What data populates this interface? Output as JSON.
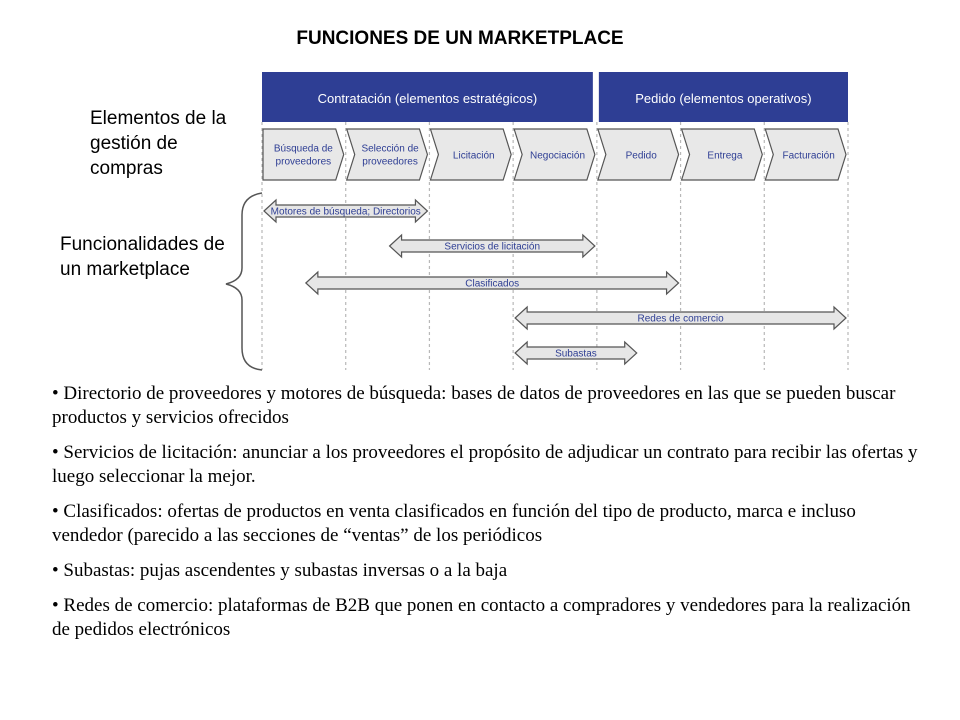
{
  "title": "FUNCIONES DE UN MARKETPLACE",
  "labels": {
    "elements": "Elementos de la gestión de compras",
    "features": "Funcionalidades de un marketplace"
  },
  "diagram": {
    "colors": {
      "header": "#2e3e94",
      "header_text": "#ffffff",
      "stage_fill": "#e8e8e8",
      "stage_text": "#2e3e94",
      "arrow_fill": "#e6e6e6",
      "stroke": "#555555"
    },
    "headers": [
      "Contratación (elementos estratégicos)",
      "Pedido (elementos operativos)"
    ],
    "stages": [
      [
        "Búsqueda de",
        "proveedores"
      ],
      [
        "Selección de",
        "proveedores"
      ],
      [
        "Licitación"
      ],
      [
        "Negociación"
      ],
      [
        "Pedido"
      ],
      [
        "Entrega"
      ],
      [
        "Facturación"
      ]
    ],
    "functions": [
      {
        "label": "Motores de búsqueda; Directorios",
        "from_stage": 1,
        "to_stage": 2
      },
      {
        "label": "Servicios de licitación",
        "from_stage": 2.5,
        "to_stage": 4
      },
      {
        "label": "Clasificados",
        "from_stage": 1.5,
        "to_stage": 5
      },
      {
        "label": "Redes de comercio",
        "from_stage": 4,
        "to_stage": 7
      },
      {
        "label": "Subastas",
        "from_stage": 4,
        "to_stage": 4.5
      }
    ]
  },
  "bullets": [
    "• Directorio de proveedores y motores de búsqueda: bases de datos de proveedores en las que se pueden buscar productos y servicios ofrecidos",
    "• Servicios de licitación: anunciar a los proveedores el propósito de adjudicar un contrato para recibir las ofertas y luego seleccionar la mejor.",
    "• Clasificados: ofertas de productos en venta clasificados en función del tipo de producto, marca e incluso vendedor (parecido a las secciones de “ventas” de los periódicos",
    "• Subastas: pujas ascendentes y subastas inversas o a la baja",
    "• Redes de comercio: plataformas de B2B que ponen en contacto a compradores y vendedores para la realización de pedidos electrónicos"
  ]
}
